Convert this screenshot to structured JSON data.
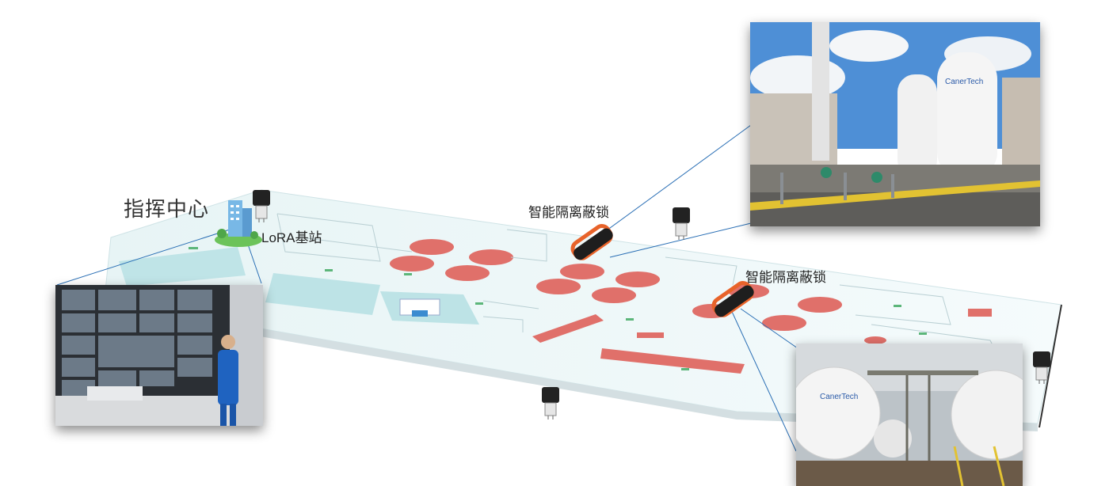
{
  "labels": {
    "command_center": "指挥中心",
    "lora_station": "LoRA基站",
    "lock_1": "智能隔离蔽锁",
    "lock_2": "智能隔离蔽锁"
  },
  "colors": {
    "map_base": "#eaf6f7",
    "tank_red": "#e0706a",
    "pool_cyan": "#bde3e6",
    "lock_orange": "#e8632a",
    "line_blue": "#2a6fb5",
    "wall_green": "#4bb36a"
  },
  "icons": [
    "building-icon",
    "gateway-sensor-icon",
    "smart-lock-icon"
  ]
}
